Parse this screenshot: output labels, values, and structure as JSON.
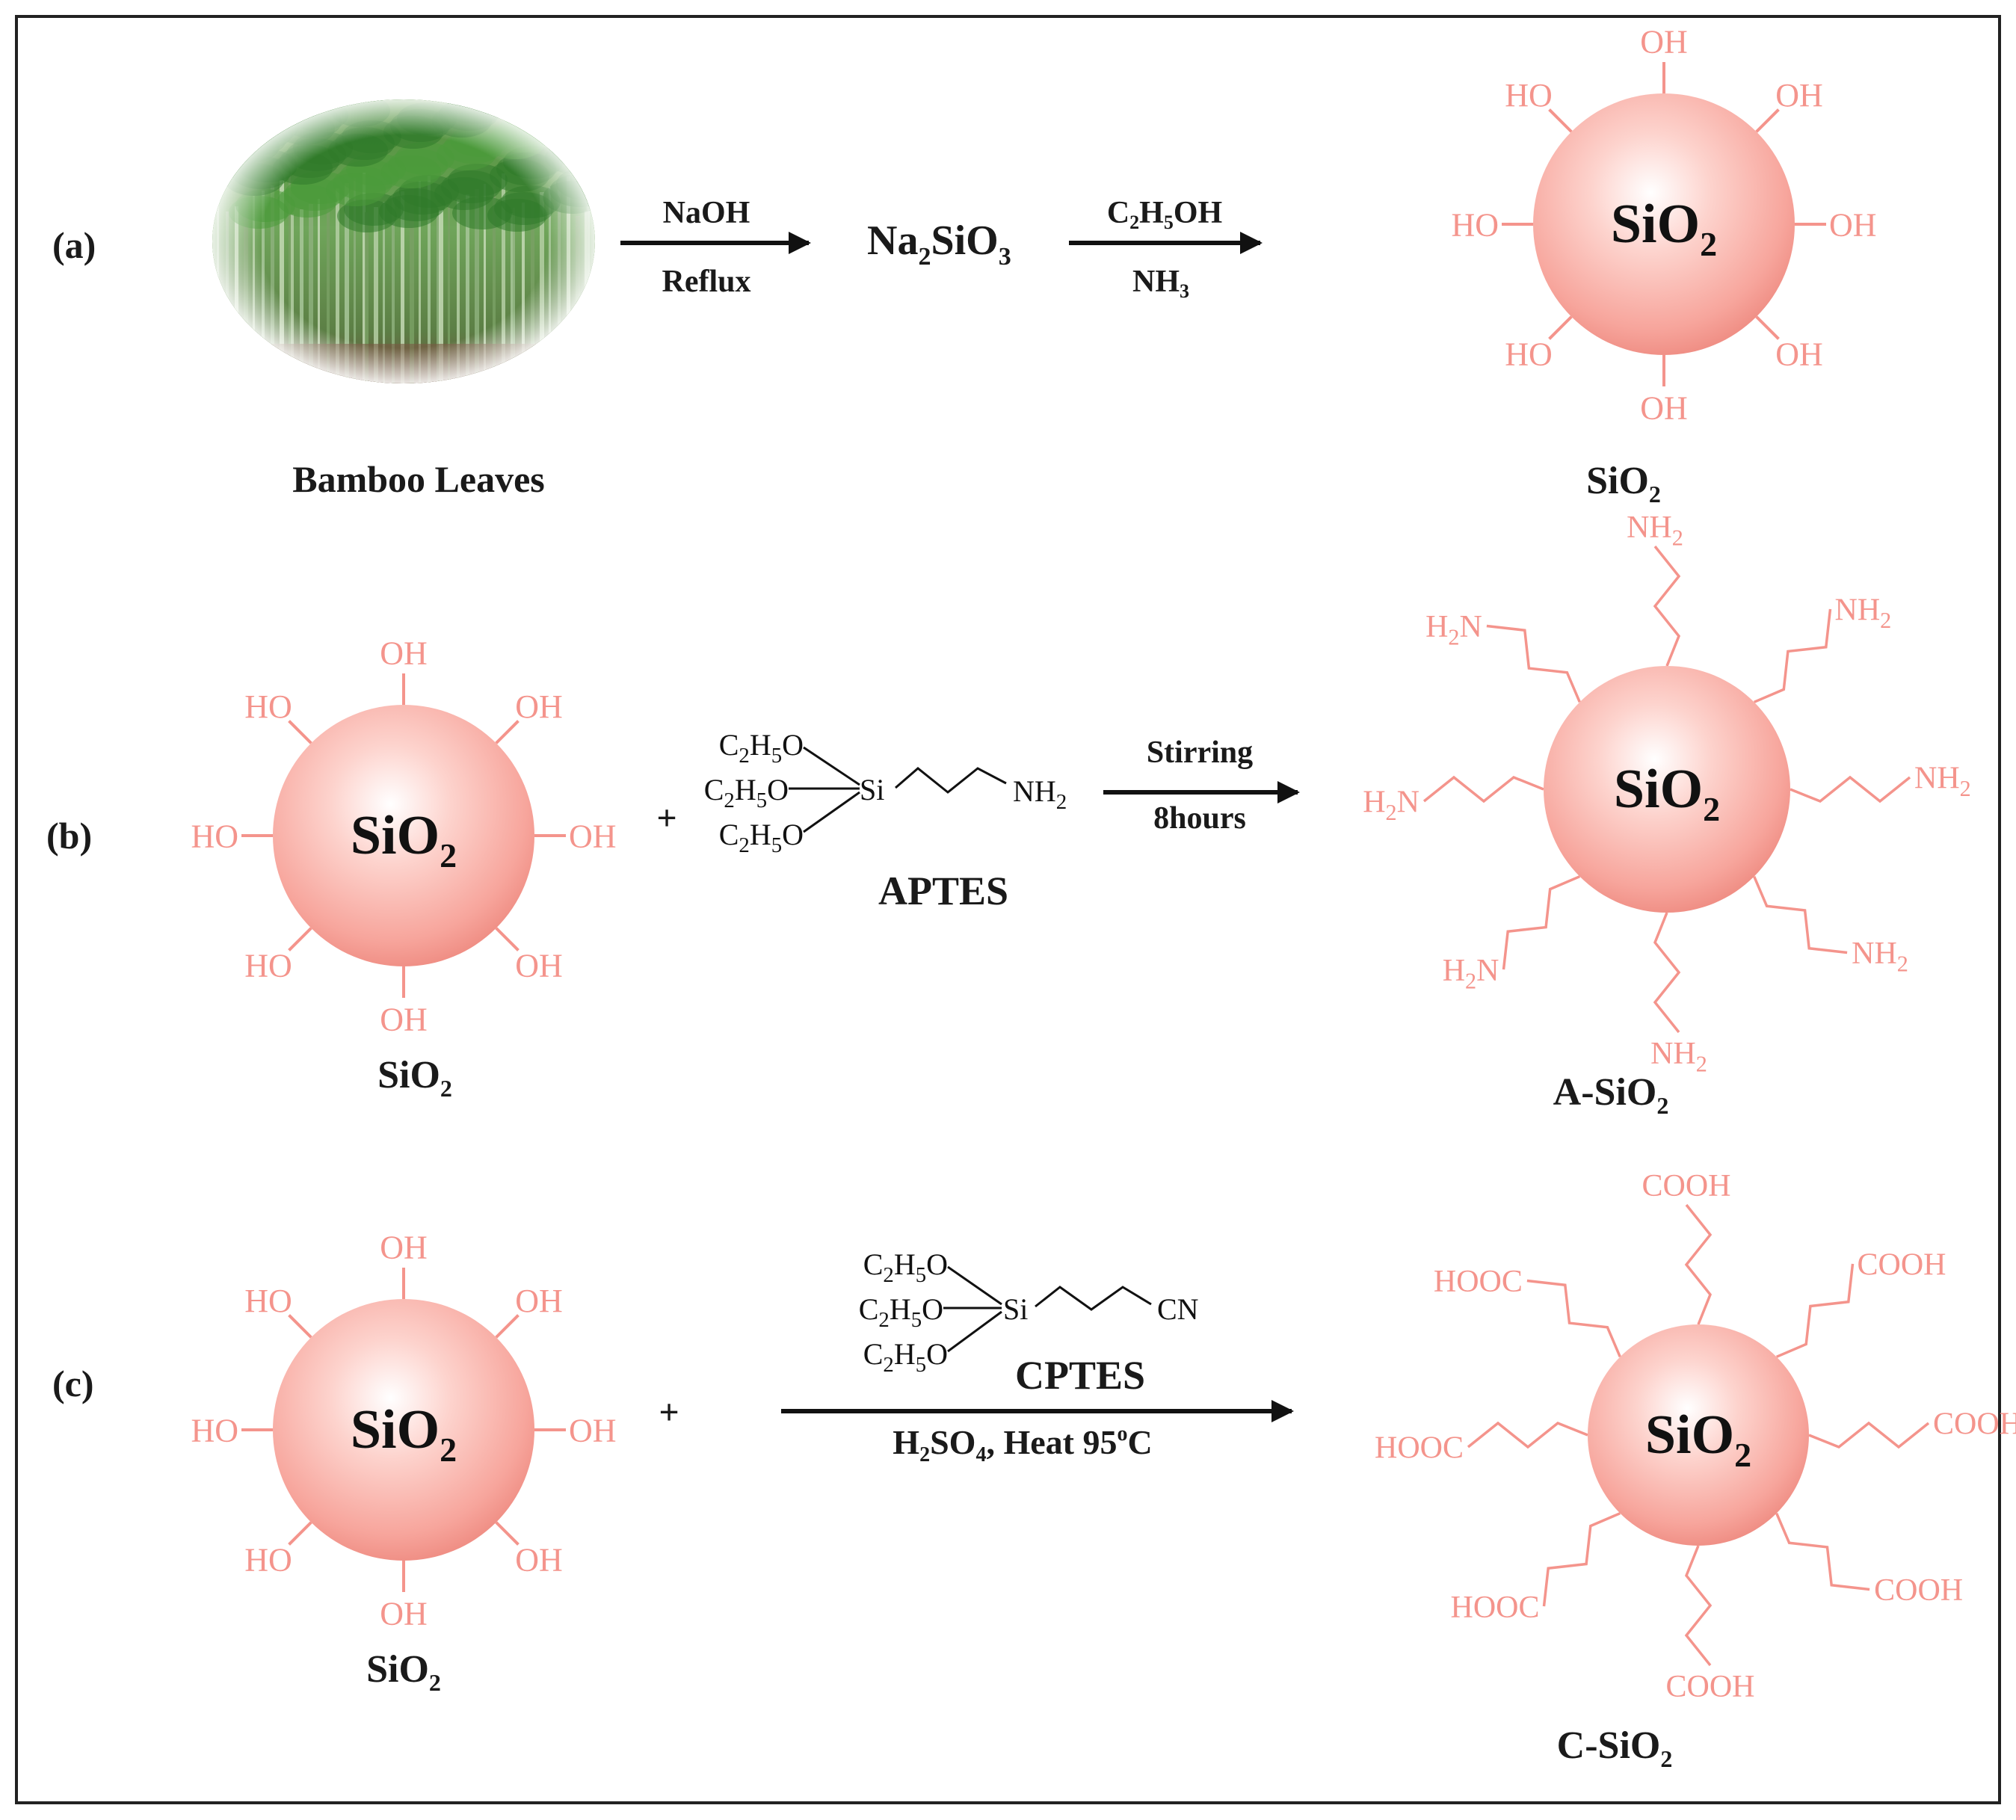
{
  "colors": {
    "accent": "#f4948c",
    "sphere_center": "#ffffff",
    "sphere_mid": "#fbb8b1",
    "sphere_edge": "#f08a80",
    "text": "#1a1a1a",
    "frame": "#222222"
  },
  "panel_a": {
    "label": "(a)",
    "image_caption": "Bamboo Leaves",
    "arrow1": {
      "top": "NaOH",
      "bottom": "Reflux"
    },
    "intermediate": {
      "base": "Na",
      "sub1": "2",
      "mid": "SiO",
      "sub2": "3"
    },
    "arrow2": {
      "top_base": "C",
      "top_sub1": "2",
      "top_mid": "H",
      "top_sub2": "5",
      "top_end": "OH",
      "bottom_base": "NH",
      "bottom_sub": "3"
    },
    "product": {
      "core_base": "SiO",
      "core_sub": "2",
      "groups": [
        "OH",
        "OH",
        "OH",
        "OH",
        "OH",
        "HO",
        "HO",
        "HO"
      ],
      "caption_base": "SiO",
      "caption_sub": "2"
    }
  },
  "panel_b": {
    "label": "(b)",
    "reactant": {
      "core_base": "SiO",
      "core_sub": "2",
      "groups": [
        "OH",
        "OH",
        "OH",
        "OH",
        "OH",
        "HO",
        "HO",
        "HO"
      ],
      "caption_base": "SiO",
      "caption_sub": "2"
    },
    "plus": "+",
    "reagent": {
      "ethoxy": [
        "C2H5O",
        "C2H5O",
        "C2H5O"
      ],
      "si": "Si",
      "tail": "NH2",
      "name": "APTES"
    },
    "arrow": {
      "top": "Stirring",
      "bottom": "8hours"
    },
    "product": {
      "core_base": "SiO",
      "core_sub": "2",
      "groups": [
        "NH2",
        "NH2",
        "NH2",
        "NH2",
        "NH2",
        "H2N",
        "H2N",
        "H2N"
      ],
      "caption_base": "A-SiO",
      "caption_sub": "2"
    }
  },
  "panel_c": {
    "label": "(c)",
    "reactant": {
      "core_base": "SiO",
      "core_sub": "2",
      "groups": [
        "OH",
        "OH",
        "OH",
        "OH",
        "OH",
        "HO",
        "HO",
        "HO"
      ],
      "caption_base": "SiO",
      "caption_sub": "2"
    },
    "plus": "+",
    "reagent": {
      "ethoxy": [
        "C2H5O",
        "C2H5O",
        "C2H5O"
      ],
      "si": "Si",
      "tail": "CN",
      "name": "CPTES"
    },
    "arrow_bottom": {
      "a": "H",
      "a_sub": "2",
      "b": "SO",
      "b_sub": "4",
      "c": ", Heat 95",
      "deg": "o",
      "d": "C"
    },
    "product": {
      "core_base": "SiO",
      "core_sub": "2",
      "groups": [
        "COOH",
        "COOH",
        "COOH",
        "COOH",
        "COOH",
        "HOOC",
        "HOOC",
        "HOOC"
      ],
      "caption_base": "C-SiO",
      "caption_sub": "2"
    }
  }
}
